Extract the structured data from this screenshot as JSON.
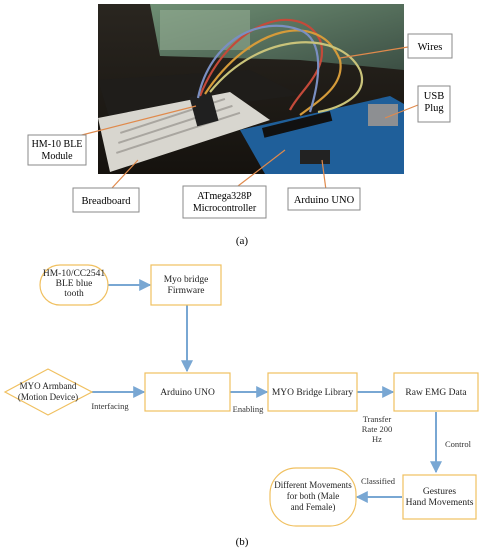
{
  "photo": {
    "labels": {
      "wires": "Wires",
      "usb_plug": "USB Plug",
      "hm10": "HM-10 BLE Module",
      "breadboard": "Breadboard",
      "atmega": "ATmega328P Microcontroller",
      "arduino": "Arduino UNO"
    },
    "caption": "(a)"
  },
  "diagram": {
    "nodes": {
      "hm10_module": "HM-10/CC2541 BLE blue tooth module",
      "myo_firmware": "Myo bridge Firmware",
      "myo_armband": "MYO Armband (Motion Device)",
      "arduino_uno": "Arduino UNO",
      "myo_library": "MYO Bridge Library",
      "raw_emg": "Raw EMG Data",
      "gestures": "Gestures Hand Movements",
      "different_movements": "Different Movements for both (Male and Female)"
    },
    "edge_labels": {
      "interfacing": "Interfacing",
      "enabling": "Enabling",
      "transfer_rate": "Transfer Rate 200 Hz",
      "control": "Control",
      "classified": "Classified"
    },
    "caption": "(b)"
  },
  "colors": {
    "node_border": "#f0c060",
    "arrow": "#79a7d3",
    "callout_line": "#e08a4c",
    "label_box_border": "#8a8a8a"
  }
}
